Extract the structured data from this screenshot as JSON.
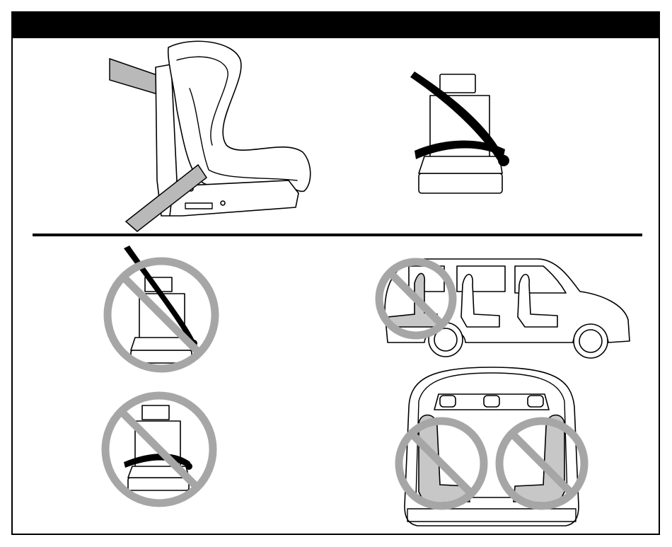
{
  "page": {
    "header_title": ""
  },
  "colors": {
    "header_bar": "#000000",
    "prohibition_sign": "#a6a6a6",
    "highlight_seat": "#c7c7c7",
    "belt_strap": "#b9b9b9"
  },
  "illustrations": {
    "child_seat_side": "forward-facing-child-seat-with-diagonal-belt",
    "correct_belt": "seat-with-three-point-belt",
    "no_diagonal_only": "seat-with-diagonal-belt-only-prohibited",
    "no_lap_only": "seat-with-lap-belt-only-prohibited",
    "van_side": "van-side-view-front-seat-prohibited",
    "van_rear": "van-rear-view-side-facing-seats-prohibited"
  },
  "icons": [
    "prohibition-icon"
  ]
}
